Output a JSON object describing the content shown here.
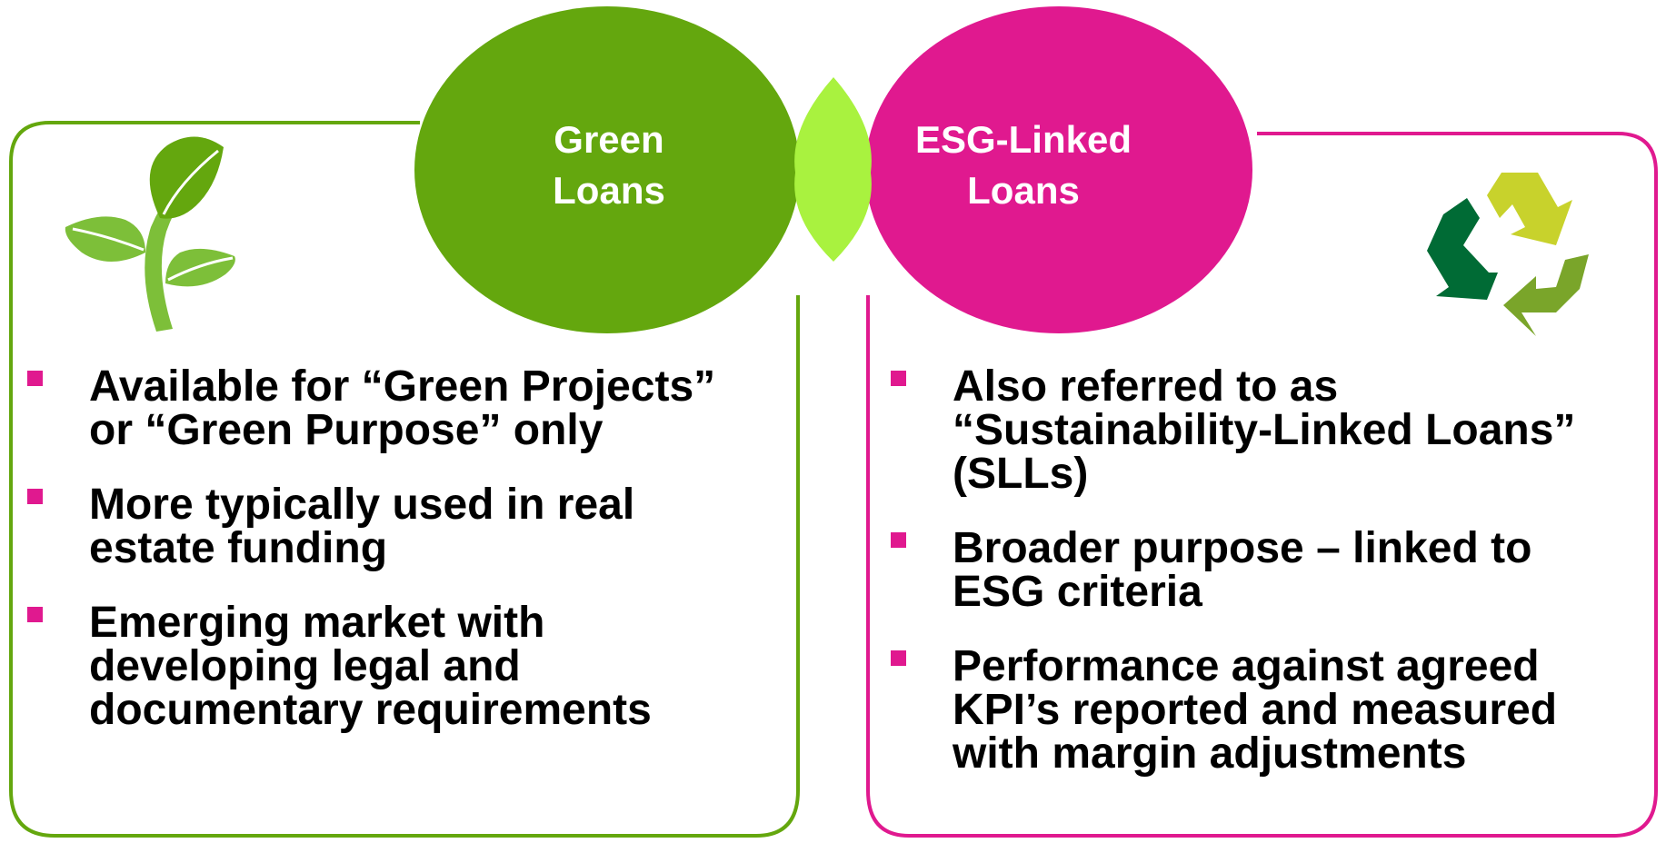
{
  "colors": {
    "green": "#64a70e",
    "magenta": "#e0198f",
    "overlap": "#a9f23f",
    "bullet": "#e0198f"
  },
  "green_loans": {
    "title_line1": "Green",
    "title_line2": "Loans",
    "icon": "plant-sprout-icon",
    "bullets": [
      "Available for “Green Projects”\nor “Green Purpose” only",
      "More typically used in real\nestate funding",
      "Emerging market with\ndeveloping legal and\ndocumentary requirements"
    ]
  },
  "esg_loans": {
    "title_line1": "ESG-Linked",
    "title_line2": "Loans",
    "icon": "recycle-arrows-icon",
    "bullets": [
      "Also referred to as\n“Sustainability-Linked Loans”\n(SLLs)",
      "Broader purpose – linked to\nESG criteria",
      "Performance against agreed\nKPI’s reported and measured\nwith margin adjustments"
    ]
  }
}
